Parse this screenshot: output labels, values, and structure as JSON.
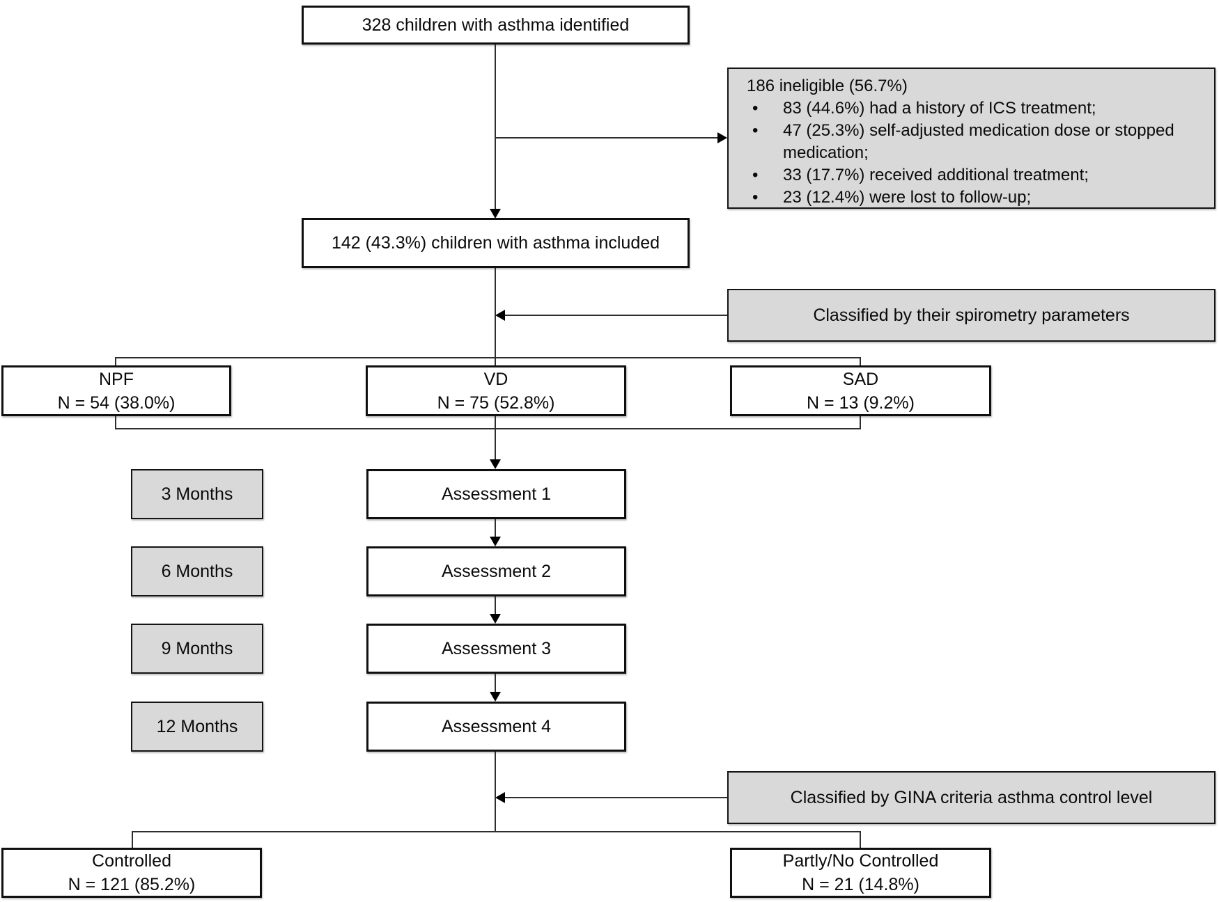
{
  "flow": {
    "identified": "328 children with asthma identified",
    "ineligible": {
      "title": "186 ineligible (56.7%)",
      "bullet": "•",
      "items": [
        "83 (44.6%) had a history of ICS treatment;",
        "47 (25.3%) self-adjusted medication dose or stopped medication;",
        "33 (17.7%) received additional treatment;",
        "23 (12.4%) were lost to follow-up;"
      ]
    },
    "included": "142 (43.3%) children with asthma included",
    "spirometry_note": "Classified by their spirometry parameters",
    "groups": [
      {
        "name": "NPF",
        "n": "N = 54 (38.0%)"
      },
      {
        "name": "VD",
        "n": "N = 75 (52.8%)"
      },
      {
        "name": "SAD",
        "n": "N = 13 (9.2%)"
      }
    ],
    "timeline": [
      {
        "time": "3 Months",
        "assessment": "Assessment 1"
      },
      {
        "time": "6 Months",
        "assessment": "Assessment 2"
      },
      {
        "time": "9 Months",
        "assessment": "Assessment 3"
      },
      {
        "time": "12 Months",
        "assessment": "Assessment 4"
      }
    ],
    "gina_note": "Classified by GINA criteria asthma control level",
    "outcomes": [
      {
        "name": "Controlled",
        "n": "N = 121 (85.2%)"
      },
      {
        "name": "Partly/No Controlled",
        "n": "N = 21 (14.8%)"
      }
    ]
  },
  "colors": {
    "note_fill": "#d9d9d9",
    "box_fill": "#ffffff",
    "border": "#000000",
    "connector": "#2e2e2e"
  }
}
